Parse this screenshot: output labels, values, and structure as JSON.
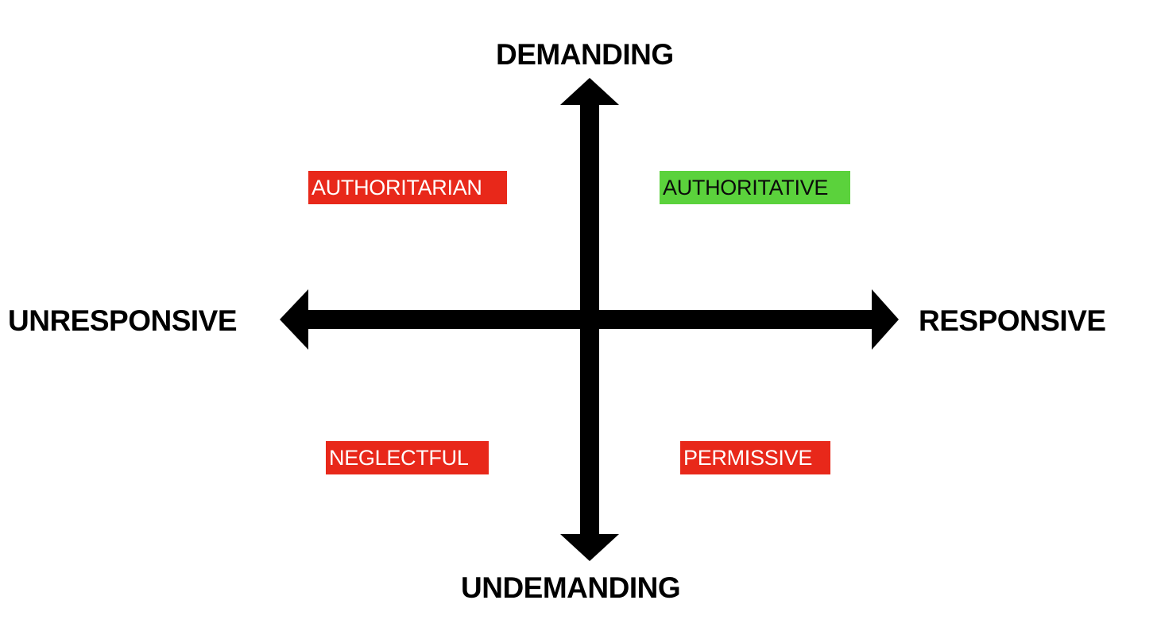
{
  "axes": {
    "top_label": "DEMANDING",
    "bottom_label": "UNDEMANDING",
    "left_label": "UNRESPONSIVE",
    "right_label": "RESPONSIVE",
    "arrow_color": "#000000"
  },
  "quadrants": {
    "top_left": {
      "label": "AUTHORITARIAN",
      "bg": "#e8281a",
      "fg": "#ffffff"
    },
    "top_right": {
      "label": "AUTHORITATIVE",
      "bg": "#5bd23c",
      "fg": "#0b0b0b"
    },
    "bottom_left": {
      "label": "NEGLECTFUL",
      "bg": "#e8281a",
      "fg": "#ffffff"
    },
    "bottom_right": {
      "label": "PERMISSIVE",
      "bg": "#e8281a",
      "fg": "#ffffff"
    }
  }
}
